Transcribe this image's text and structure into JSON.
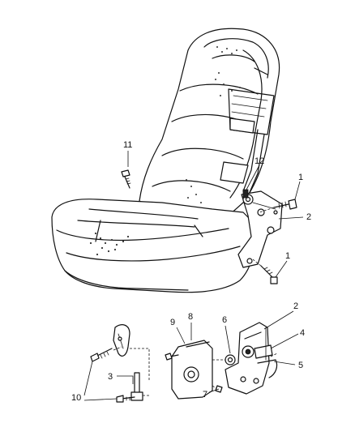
{
  "callouts": [
    {
      "id": "c11a",
      "text": "11"
    },
    {
      "id": "c12",
      "text": "12"
    },
    {
      "id": "c1a",
      "text": "1"
    },
    {
      "id": "c2a",
      "text": "2"
    },
    {
      "id": "c1b",
      "text": "1"
    },
    {
      "id": "c8",
      "text": "8"
    },
    {
      "id": "c9",
      "text": "9"
    },
    {
      "id": "c6",
      "text": "6"
    },
    {
      "id": "c2b",
      "text": "2"
    },
    {
      "id": "c4",
      "text": "4"
    },
    {
      "id": "c5",
      "text": "5"
    },
    {
      "id": "c3",
      "text": "3"
    },
    {
      "id": "c7",
      "text": "7"
    },
    {
      "id": "c10",
      "text": "10"
    }
  ]
}
